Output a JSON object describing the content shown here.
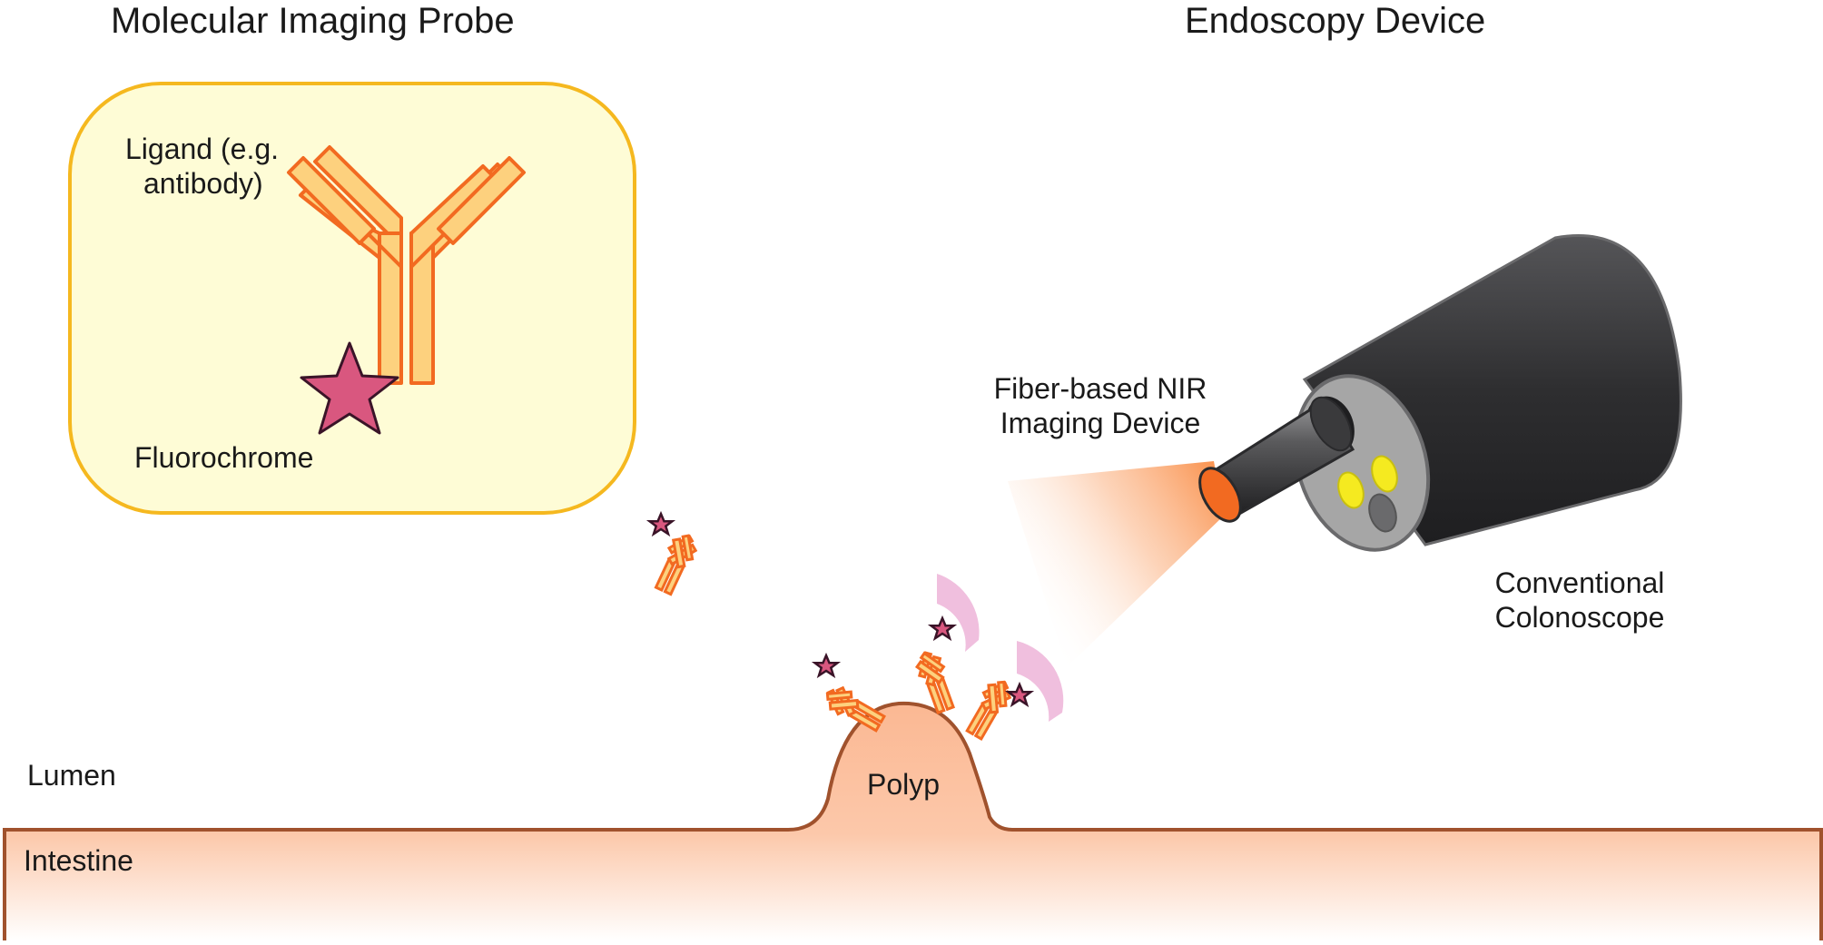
{
  "titles": {
    "left": "Molecular Imaging Probe",
    "right": "Endoscopy Device"
  },
  "probe_box": {
    "ligand_line1": "Ligand (e.g.",
    "ligand_line2": "antibody)",
    "fluorochrome": "Fluorochrome"
  },
  "device": {
    "fiber_line1": "Fiber-based NIR",
    "fiber_line2": "Imaging Device",
    "scope_line1": "Conventional",
    "scope_line2": "Colonoscope"
  },
  "anatomy": {
    "lumen": "Lumen",
    "polyp": "Polyp",
    "intestine": "Intestine"
  },
  "colors": {
    "antibody_fill": "#fdd17e",
    "antibody_stroke": "#f26a21",
    "fluorochrome": "#d9577f",
    "box_fill": "#fefcd6",
    "box_stroke": "#f5b81f",
    "tissue": "#fbb893",
    "tissue_stroke": "#a0522d",
    "light_beam": "#f9873c",
    "scope_body": "#3a3a3c",
    "scope_face": "#a6a6a6",
    "scope_lights": "#f5ea20",
    "emission": "#e27fbd"
  }
}
